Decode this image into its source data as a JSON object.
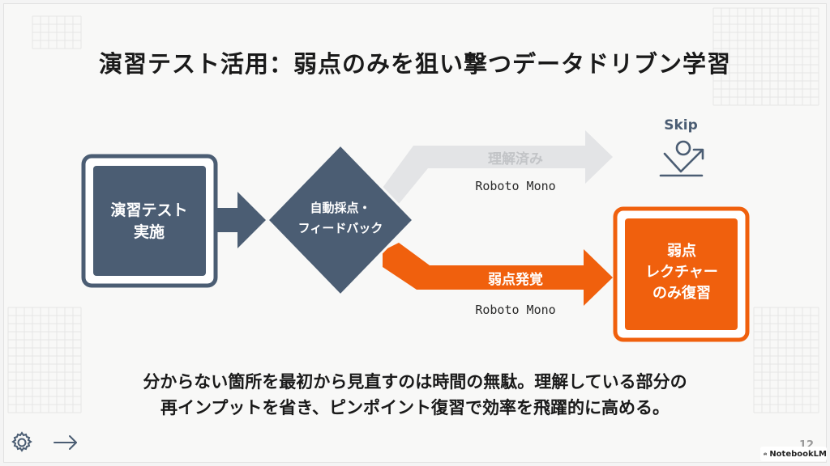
{
  "slide": {
    "title": "演習テスト活用：弱点のみを狙い撃つデータドリブン学習",
    "page_number": "12"
  },
  "diagram": {
    "nodes": {
      "test": {
        "line1": "演習テスト",
        "line2": "実施"
      },
      "grading": {
        "line1": "自動採点・",
        "line2": "フィードバック"
      },
      "review": {
        "line1": "弱点",
        "line2": "レクチャー",
        "line3": "のみ復習"
      }
    },
    "arrows": {
      "understood": {
        "label": "理解済み",
        "sublabel": "Roboto Mono"
      },
      "weakness": {
        "label": "弱点発覚",
        "sublabel": "Roboto Mono"
      }
    },
    "skip": {
      "label": "Skip",
      "icon": "skip-icon"
    }
  },
  "description": {
    "line1": "分からない箇所を最初から見直すのは時間の無駄。理解している部分の",
    "line2": "再インプットを省き、ピンポイント復習で効率を飛躍的に高める。"
  },
  "controls": {
    "settings_icon": "gear-icon",
    "next_icon": "arrow-right-icon"
  },
  "branding": {
    "label": "NotebookLM"
  },
  "colors": {
    "slate": "#4b5d73",
    "orange": "#f0600d",
    "gray_arrow": "#e3e4e6",
    "text_dark": "#1a1a1a"
  }
}
